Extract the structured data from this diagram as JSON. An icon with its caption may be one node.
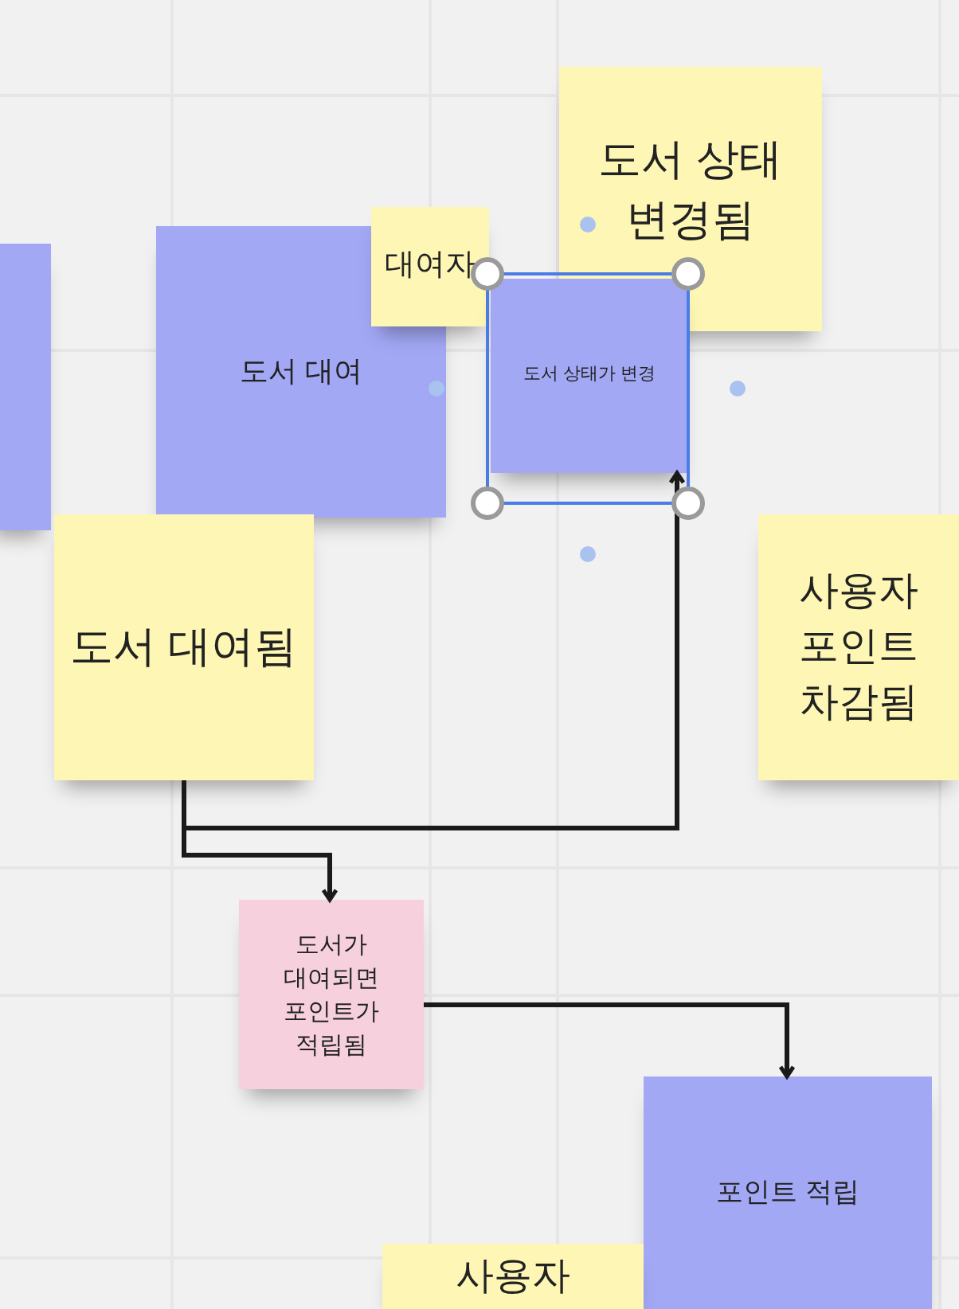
{
  "diagram": {
    "nodes": [
      {
        "text": [],
        "shape": "box"
      },
      {
        "text": [
          "도서 대여"
        ]
      },
      {
        "text": [
          "대여자"
        ]
      },
      {
        "text": [
          "도서 상태 변경됨"
        ]
      },
      {
        "text": [
          "도서 상태가 변경"
        ]
      },
      {
        "text": [
          "도서 대여됨"
        ]
      },
      {
        "text": [
          "사용자 포인트 차감됨"
        ]
      },
      {
        "text": [
          "도서가 대여되면 포인트가 적립됨"
        ]
      },
      {
        "text": [
          "포인트 적립"
        ]
      },
      {
        "text": [
          "사용자"
        ]
      }
    ],
    "edges": [
      {
        "from": 5,
        "to": 4,
        "arrow": "to"
      },
      {
        "from": 5,
        "to": 7,
        "arrow": "to"
      },
      {
        "from": 7,
        "to": 8,
        "arrow": "to"
      }
    ]
  }
}
